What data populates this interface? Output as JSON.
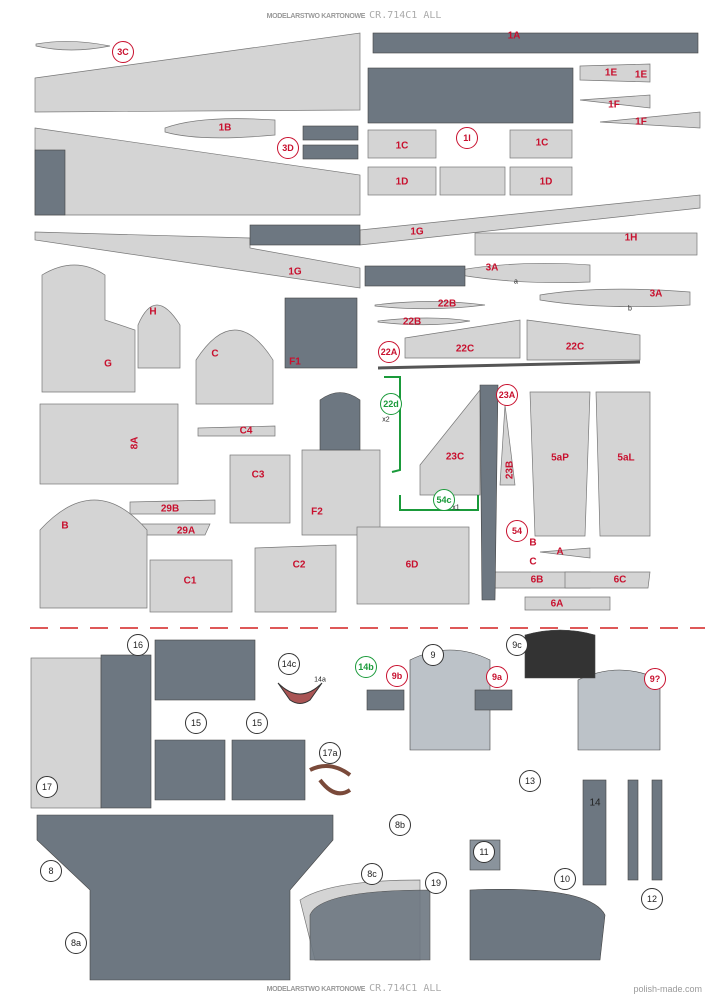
{
  "header": {
    "brand": "MODELARSTWO KARTONOWE",
    "model": "CR.714C1 ALL"
  },
  "footer": {
    "brand": "MODELARSTWO KARTONOWE",
    "model": "CR.714C1 ALL",
    "site": "polish-made.com"
  },
  "colors": {
    "light_panel": "#d4d4d4",
    "dark_panel": "#6d7781",
    "label_red": "#c8102e",
    "label_green": "#1a9a3a",
    "cut_line": "#d42020"
  },
  "parts": [
    "1A",
    "3C",
    "1E",
    "1E",
    "1F",
    "1F",
    "1B",
    "3D",
    "1I",
    "1C",
    "1C",
    "1D",
    "1D",
    "1G",
    "1H",
    "1G",
    "3A",
    "3A",
    "22B",
    "22B",
    "H",
    "G",
    "C",
    "F1",
    "22A",
    "22C",
    "22C",
    "22d",
    "23A",
    "8A",
    "C4",
    "23C",
    "23B",
    "5aP",
    "5aL",
    "C3",
    "F2",
    "29B",
    "29A",
    "54c",
    "54",
    "B",
    "C1",
    "C2",
    "6D",
    "6B",
    "6C",
    "6A",
    "16",
    "14c",
    "14b",
    "9b",
    "9",
    "9a",
    "9c",
    "9?",
    "15",
    "15",
    "17a",
    "13",
    "17",
    "8b",
    "8",
    "11",
    "8c",
    "19",
    "10",
    "12",
    "8a",
    "14a",
    "x2",
    "x1",
    "A",
    "B",
    "C",
    "a",
    "b",
    "14"
  ]
}
